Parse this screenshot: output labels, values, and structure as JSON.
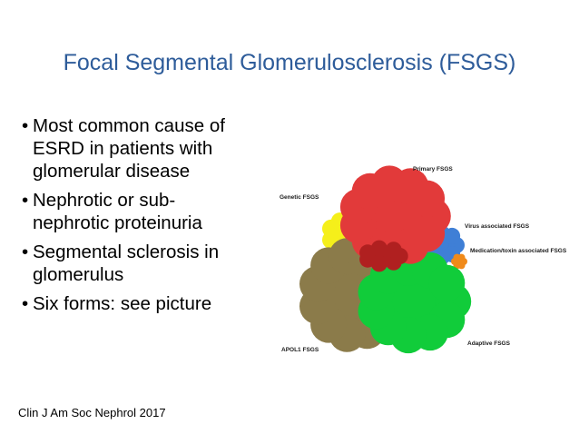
{
  "slide": {
    "title": "Focal Segmental Glomerulosclerosis (FSGS)",
    "bullets": [
      {
        "lines": [
          "Most common cause of",
          "ESRD in patients with",
          "glomerular disease"
        ]
      },
      {
        "lines": [
          "Nephrotic or sub-",
          "nephrotic proteinuria"
        ]
      },
      {
        "lines": [
          "Segmental sclerosis in",
          "glomerulus"
        ]
      },
      {
        "lines": [
          "Six forms: see picture"
        ]
      }
    ],
    "bullet_symbol": "•",
    "citation": "Clin J Am Soc Nephrol 2017"
  },
  "figure": {
    "labels": {
      "primary": "Primary FSGS",
      "genetic": "Genetic FSGS",
      "virus": "Virus associated FSGS",
      "medication": "Medication/toxin  associated FSGS",
      "apol1": "APOL1 FSGS",
      "adaptive": "Adaptive FSGS"
    },
    "colors": {
      "primary": "#e23a3a",
      "genetic": "#f5ef1a",
      "virus": "#3f7fd6",
      "medication": "#f08a1a",
      "apol1": "#8b7b4a",
      "adaptive": "#11cc3a",
      "overlap": "#b02020"
    }
  }
}
